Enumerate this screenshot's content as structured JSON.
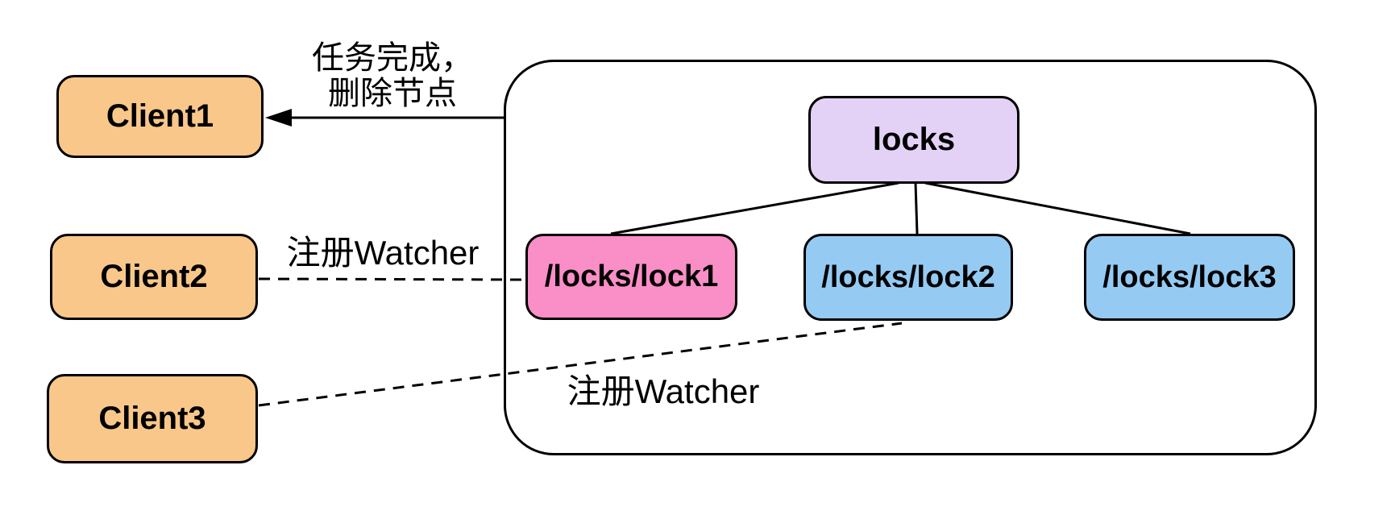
{
  "diagram": {
    "title_hint": "zookeeper-distributed-lock-watcher-diagram",
    "background": "#ffffff",
    "colors": {
      "client_fill": "#F9C78A",
      "root_fill": "#E4D2F6",
      "held_lock_fill": "#FA8EC6",
      "waiting_lock_fill": "#95CAF3",
      "stroke": "#000000"
    },
    "clients": [
      {
        "label": "Client1"
      },
      {
        "label": "Client2"
      },
      {
        "label": "Client3"
      }
    ],
    "tree": {
      "root": {
        "label": "locks"
      },
      "children": [
        {
          "label": "/locks/lock1"
        },
        {
          "label": "/locks/lock2"
        },
        {
          "label": "/locks/lock3"
        }
      ]
    },
    "annotations": {
      "task_done_line1": "任务完成，",
      "task_done_line2": "删除节点",
      "watcher_client2": "注册Watcher",
      "watcher_client3": "注册Watcher"
    },
    "edges": [
      {
        "from": "zk-container",
        "to": "Client1",
        "style": "solid-arrow",
        "label": "任务完成，删除节点"
      },
      {
        "from": "Client2",
        "to": "/locks/lock1",
        "style": "dashed",
        "label": "注册Watcher"
      },
      {
        "from": "Client3",
        "to": "/locks/lock2",
        "style": "dashed",
        "label": "注册Watcher"
      },
      {
        "from": "locks",
        "to": "/locks/lock1",
        "style": "solid"
      },
      {
        "from": "locks",
        "to": "/locks/lock2",
        "style": "solid"
      },
      {
        "from": "locks",
        "to": "/locks/lock3",
        "style": "solid"
      }
    ]
  }
}
